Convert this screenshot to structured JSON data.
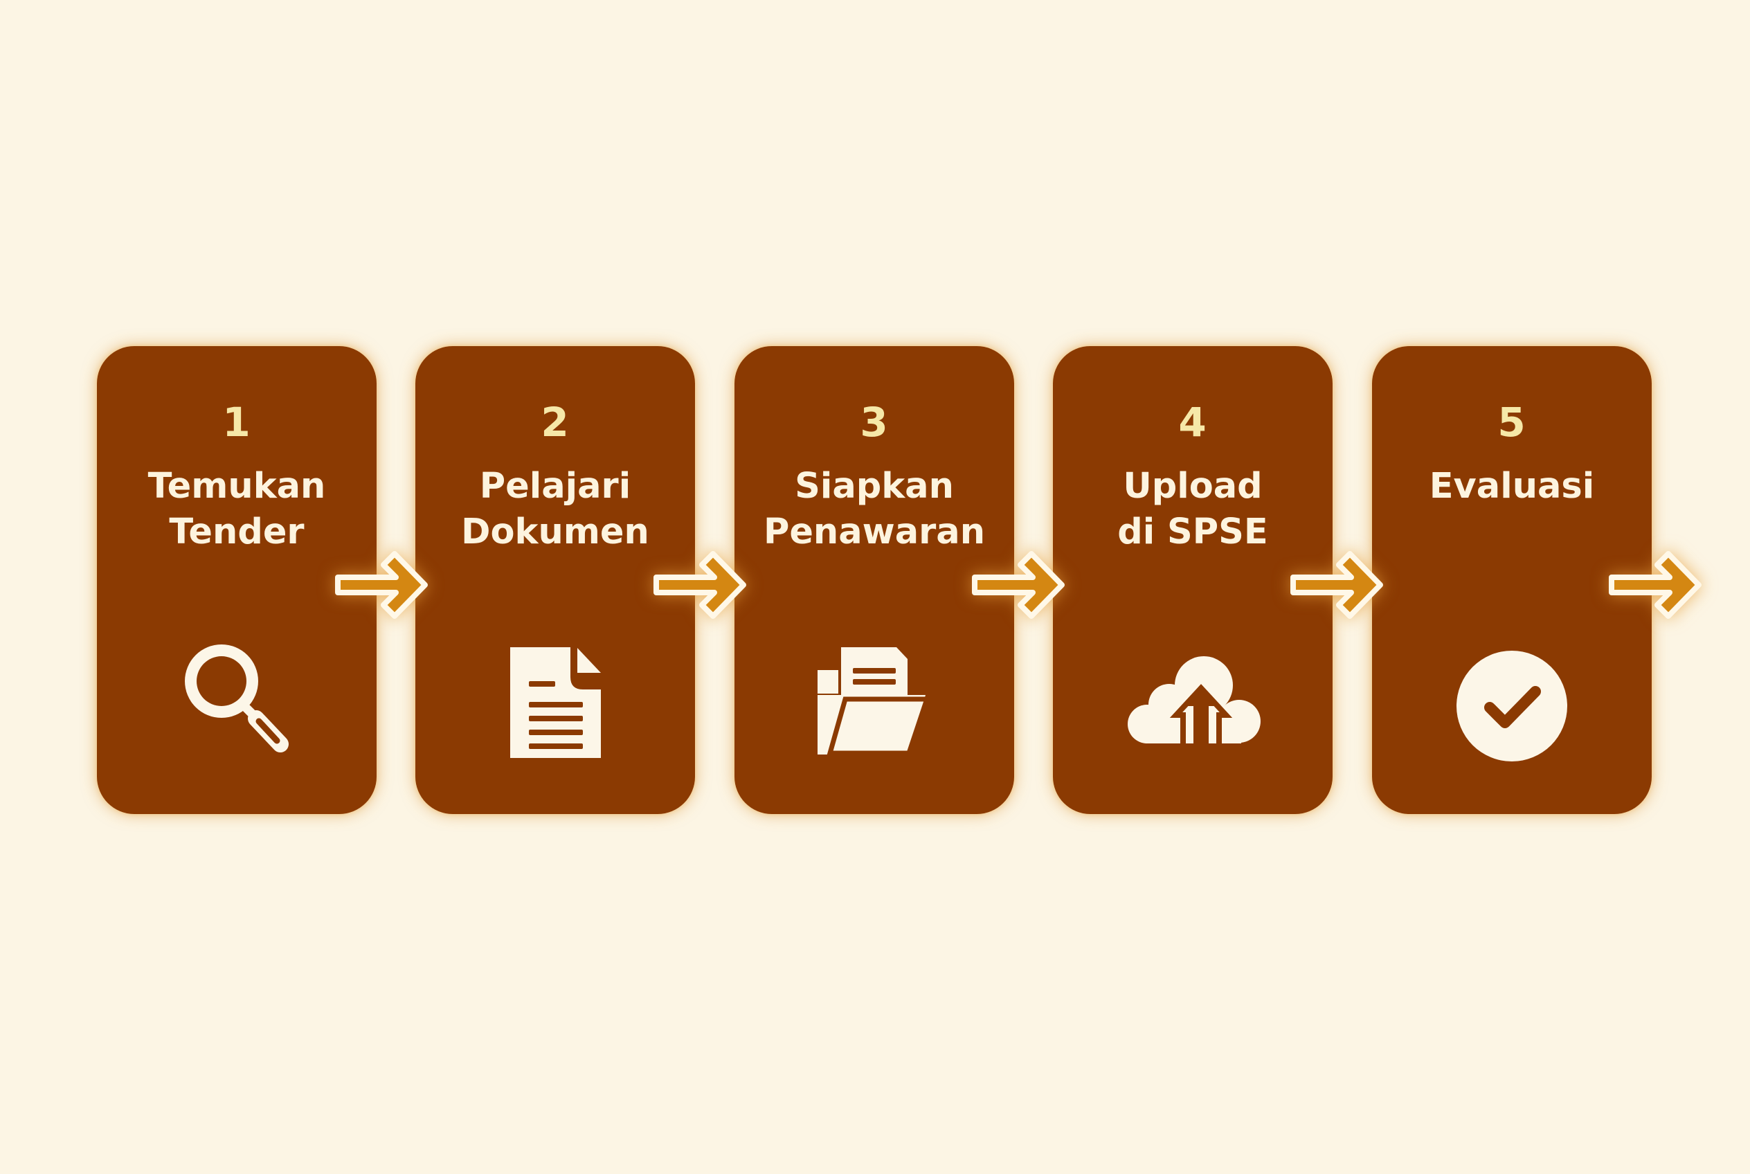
{
  "steps": [
    {
      "number": "1",
      "title": "Temukan\nTender",
      "icon": "search-icon"
    },
    {
      "number": "2",
      "title": "Pelajari\nDokumen",
      "icon": "document-icon"
    },
    {
      "number": "3",
      "title": "Siapkan\nPenawaran",
      "icon": "folder-icon"
    },
    {
      "number": "4",
      "title": "Upload\ndi SPSE",
      "icon": "cloud-upload-icon"
    },
    {
      "number": "5",
      "title": "Evaluasi",
      "icon": "check-circle-icon"
    }
  ],
  "colors": {
    "background": "#fcf5e4",
    "card": "#8b3a02",
    "number": "#f6e8a8",
    "text": "#fdf4df",
    "arrow": "#d48712",
    "arrow_outline": "#fff8e8"
  }
}
